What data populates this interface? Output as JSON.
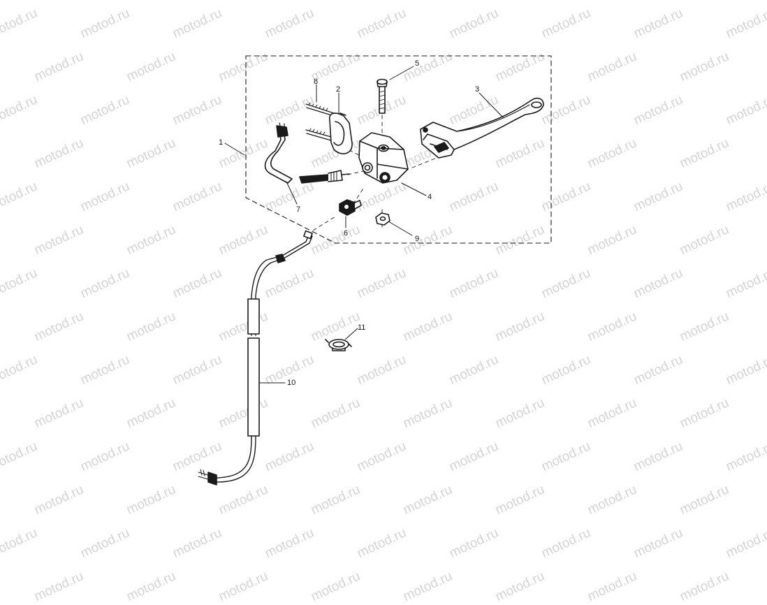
{
  "watermark": {
    "text": "motod.ru"
  },
  "callouts": {
    "c1": "1",
    "c2": "2",
    "c3": "3",
    "c4": "4",
    "c5": "5",
    "c6": "6",
    "c7": "7",
    "c8": "8",
    "c9": "9",
    "c10": "10",
    "c11": "11"
  },
  "colors": {
    "line": "#1a1a1a",
    "fill": "#ffffff",
    "watermark": "#d4d4d4"
  }
}
